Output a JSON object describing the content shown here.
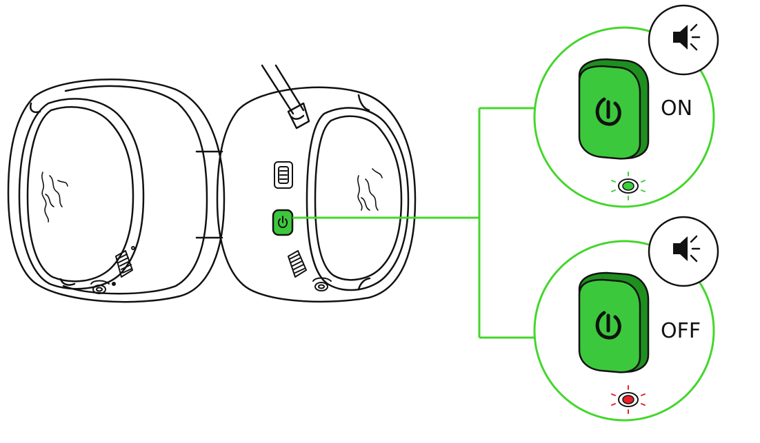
{
  "diagram": {
    "states": [
      {
        "label": "ON",
        "led_color": "#3ad13a"
      },
      {
        "label": "OFF",
        "led_color": "#e8202a"
      }
    ],
    "colors": {
      "accent_green": "#44d62c",
      "button_green": "#3cc83c",
      "button_dark": "#1f8f1f",
      "outline": "#111111",
      "led_off_red": "#e8202a"
    },
    "icons": [
      "headset-illustration",
      "power-button",
      "speaker-icon",
      "power-icon",
      "led-indicator",
      "razer-logo"
    ]
  }
}
